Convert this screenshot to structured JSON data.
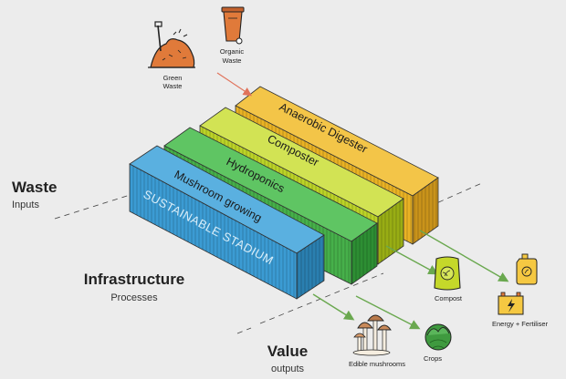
{
  "sections": {
    "waste": {
      "title": "Waste",
      "subtitle": "Inputs"
    },
    "infrastructure": {
      "title": "Infrastructure",
      "subtitle": "Processes"
    },
    "value": {
      "title": "Value",
      "subtitle": "outputs"
    }
  },
  "inputs": [
    {
      "label_lines": [
        "Green",
        "Waste"
      ],
      "icon": "compost-pile-icon"
    },
    {
      "label_lines": [
        "Organic",
        "Waste"
      ],
      "icon": "wheelie-bin-icon"
    }
  ],
  "containers": [
    {
      "label": "Anaerobic Digester",
      "color": "#e9b224"
    },
    {
      "label": "Composter",
      "color": "#bcd327"
    },
    {
      "label": "Hydroponics",
      "color": "#46b04a"
    },
    {
      "label": "Mushroom growing",
      "sublabel": "SUSTAINABLE STADIUM",
      "color": "#3b9bd3"
    }
  ],
  "outputs": [
    {
      "label": "Compost",
      "icon": "compost-bag-icon"
    },
    {
      "label": "Energy  + Fertiliser",
      "icon": "fuel-can-and-battery-icon"
    },
    {
      "label": "Edible mushrooms",
      "icon": "mushrooms-icon"
    },
    {
      "label": "Crops",
      "icon": "lettuce-icon"
    }
  ],
  "colors": {
    "arrow_input": "#e0735b",
    "arrow_output": "#6aa84f",
    "background": "#ececec"
  }
}
